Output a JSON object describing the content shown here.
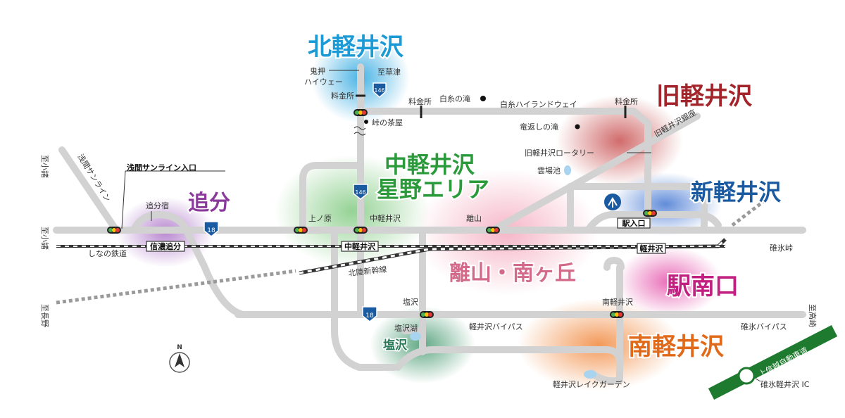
{
  "areas": {
    "kita": {
      "label": "北軽井沢",
      "color": "#1b9ad6"
    },
    "kyu": {
      "label": "旧軽井沢",
      "color": "#a3242a"
    },
    "naka1": {
      "label": "中軽井沢",
      "color": "#2a9a3a"
    },
    "naka2": {
      "label": "星野エリア",
      "color": "#2a9a3a"
    },
    "shin": {
      "label": "新軽井沢",
      "color": "#1a5aa0"
    },
    "oiwake": {
      "label": "追分",
      "color": "#8a3a9a"
    },
    "hanare": {
      "label": "離山・南ヶ丘",
      "color": "#d46a8a"
    },
    "ekiminami": {
      "label": "駅南口",
      "color": "#c22080"
    },
    "minami": {
      "label": "南軽井沢",
      "color": "#e06a1a"
    },
    "shiozawa": {
      "label": "塩沢",
      "color": "#2a7a5a"
    }
  },
  "labels": {
    "onioshi": "鬼押",
    "highway": "ハイウェー",
    "ryokinsho": "料金所",
    "to_kusatsu": "至草津",
    "ryokinsho2": "料金所",
    "shiraito_taki": "白糸の滝",
    "ryokinsho3": "料金所",
    "shiraito_hwy": "白糸ハイランドウェイ",
    "touge": "峠の茶屋",
    "ryugaeshi": "竜返しの滝",
    "kyu_ginza": "旧軽井沢銀座",
    "kyu_rotary": "旧軽井沢ロータリー",
    "kumoba": "雲場池",
    "to_komoro1": "至小諸",
    "asama_sunline": "浅間サンライン",
    "asama_entrance": "浅間サンライン入口",
    "oiwake_juku": "追分宿",
    "uenohara": "上ノ原",
    "nakakaru_signal": "中軽井沢",
    "hanareyama": "離山",
    "eki_iriguchi": "駅入口",
    "to_komoro2": "至小諸",
    "shinano_rail": "しなの鉄道",
    "shinano_oiwake": "信濃追分",
    "naka_station": "中軽井沢",
    "karu_station": "軽井沢",
    "usui_touge": "碓氷峠",
    "hokuriku": "北陸新幹線",
    "to_nagano": "至長野",
    "shiozawa_signal": "塩沢",
    "minami_signal": "南軽井沢",
    "to_takasaki": "至高崎",
    "bypass": "軽井沢バイパス",
    "usui_bypass": "碓氷バイパス",
    "shiozawa_ko": "塩沢湖",
    "lake_garden": "軽井沢レイクガーデン",
    "joshinetsu": "上信越自動車道",
    "usui_ic": "碓氷軽井沢 IC",
    "route146a": "146",
    "route146b": "146",
    "route18a": "18",
    "route18b": "18",
    "north": "N"
  },
  "colors": {
    "road": "#d2d2d2",
    "rail": "#333333",
    "expressway": "#1e7a2e",
    "shield": "#1a5aa0"
  }
}
